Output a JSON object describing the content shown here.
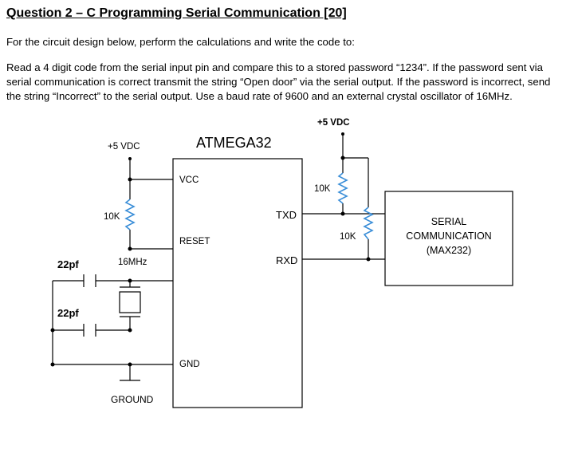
{
  "question": {
    "title": "Question 2 – C Programming Serial Communication [20]",
    "intro": "For the circuit design below, perform the calculations and write the code to:",
    "body_lines": [
      "Read a 4 digit code from the serial input pin and compare this to a stored password “1234”. If the password sent via",
      "serial communication is correct transmit the string “Open door” via the serial output. If the password is incorrect, send",
      "the string “Incorrect” to the serial output. Use a baud rate of 9600 and an external crystal oscillator of 16MHz."
    ]
  },
  "circuit": {
    "supply_left": "+5 VDC",
    "supply_right": "+5 VDC",
    "chip_name": "ATMEGA32",
    "pins": {
      "vcc": "VCC",
      "reset": "RESET",
      "gnd": "GND",
      "txd": "TXD",
      "rxd": "RXD"
    },
    "resistor_reset": "10K",
    "resistor_txd": "10K",
    "resistor_rxd": "10K",
    "crystal": "16MHz",
    "cap_top": "22pf",
    "cap_bottom": "22pf",
    "ground": "GROUND",
    "serial_box": [
      "SERIAL",
      "COMMUNICATION",
      "(MAX232)"
    ]
  },
  "colors": {
    "resistor": "#3a8ed8",
    "wire": "#000000"
  }
}
